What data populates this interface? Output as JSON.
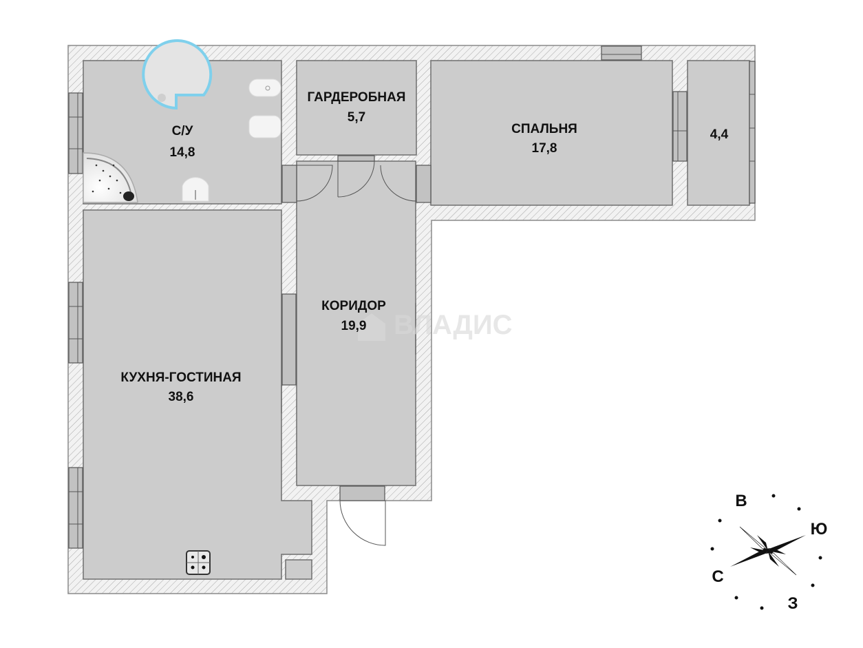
{
  "plan": {
    "rooms": [
      {
        "id": "bathroom",
        "name": "С/У",
        "area": "14,8"
      },
      {
        "id": "wardrobe",
        "name": "ГАРДЕРОБНАЯ",
        "area": "5,7"
      },
      {
        "id": "bedroom",
        "name": "СПАЛЬНЯ",
        "area": "17,8"
      },
      {
        "id": "balcony",
        "name": "",
        "area": "4,4"
      },
      {
        "id": "corridor",
        "name": "КОРИДОР",
        "area": "19,9"
      },
      {
        "id": "kitchen_living",
        "name": "КУХНЯ-ГОСТИНАЯ",
        "area": "38,6"
      }
    ],
    "watermark": "ВЛАДИС",
    "colors": {
      "room_fill": "#cccccc",
      "wall_hatch": "#f0f0f0",
      "window_fill": "#c2c2c2",
      "shower_ring": "#7fd0ec",
      "text": "#111111"
    }
  },
  "compass": {
    "north": "С",
    "east": "В",
    "south": "Ю",
    "west": "З"
  }
}
